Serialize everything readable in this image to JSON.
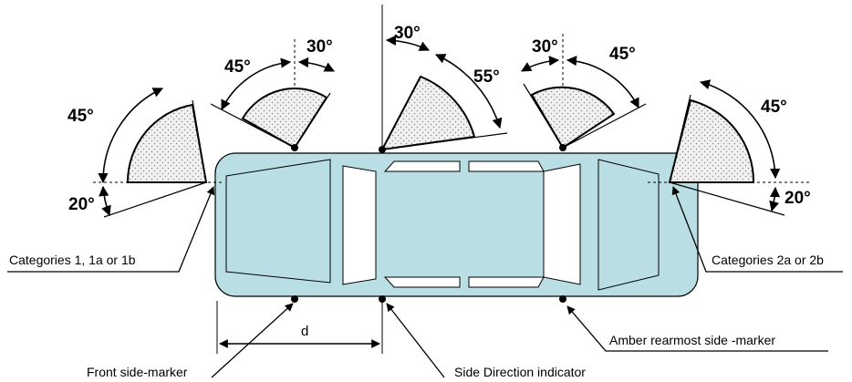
{
  "angles": {
    "front_corner_up": "45°",
    "front_corner_down": "20°",
    "front_marker_left": "45°",
    "front_marker_right": "30°",
    "indicator_back": "30°",
    "indicator_front": "55°",
    "rear_marker_left": "30°",
    "rear_marker_right": "45°",
    "rear_corner_up": "45°",
    "rear_corner_down": "20°"
  },
  "labels": {
    "front_categories": "Categories 1, 1a or 1b",
    "rear_categories": "Categories 2a or 2b",
    "front_side_marker": "Front side-marker",
    "side_direction_indicator": "Side Direction indicator",
    "amber_rearmost_side_marker": "Amber rearmost side -marker",
    "dimension_d": "d"
  },
  "colors": {
    "car_body": "#b9dfe4",
    "sector_fill": "#eeeeee",
    "stroke": "#000000"
  }
}
